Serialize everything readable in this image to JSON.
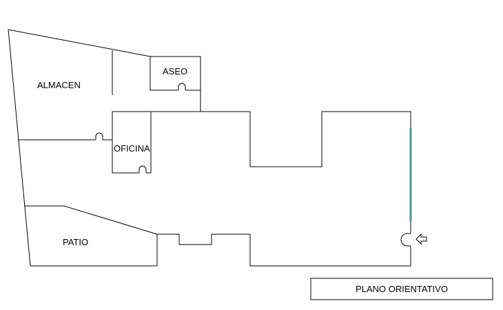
{
  "plan": {
    "rooms": {
      "almacen": "ALMACEN",
      "aseo": "ASEO",
      "oficina": "OFICINA",
      "patio": "PATIO"
    },
    "title": "PLANO ORIENTATIVO",
    "window_color": "#4f9a94",
    "entrance_icon": "entrance-arrow-icon"
  }
}
